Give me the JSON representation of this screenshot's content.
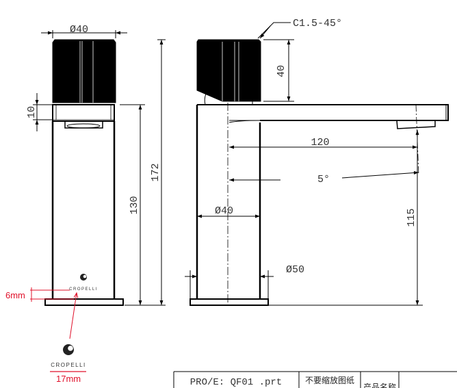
{
  "drawing": {
    "front_view": {
      "knob_diameter": "Ø40",
      "collar_height": "10",
      "body_height": "130",
      "total_height": "172"
    },
    "side_view": {
      "chamfer": "C1.5-45°",
      "knob_height": "40",
      "spout_reach": "120",
      "spout_angle": "5°",
      "spout_height": "115",
      "body_diameter": "Ø40",
      "base_diameter": "Ø50"
    },
    "annotation": {
      "logo_offset": "6mm",
      "logo_brand": "CROPELLI",
      "logo_width": "17mm",
      "color": "#e0102a"
    },
    "title_block": {
      "file": "PRO/E: QF01 .prt",
      "note": "不要缩放图纸",
      "product_name_label": "产品名称"
    }
  }
}
